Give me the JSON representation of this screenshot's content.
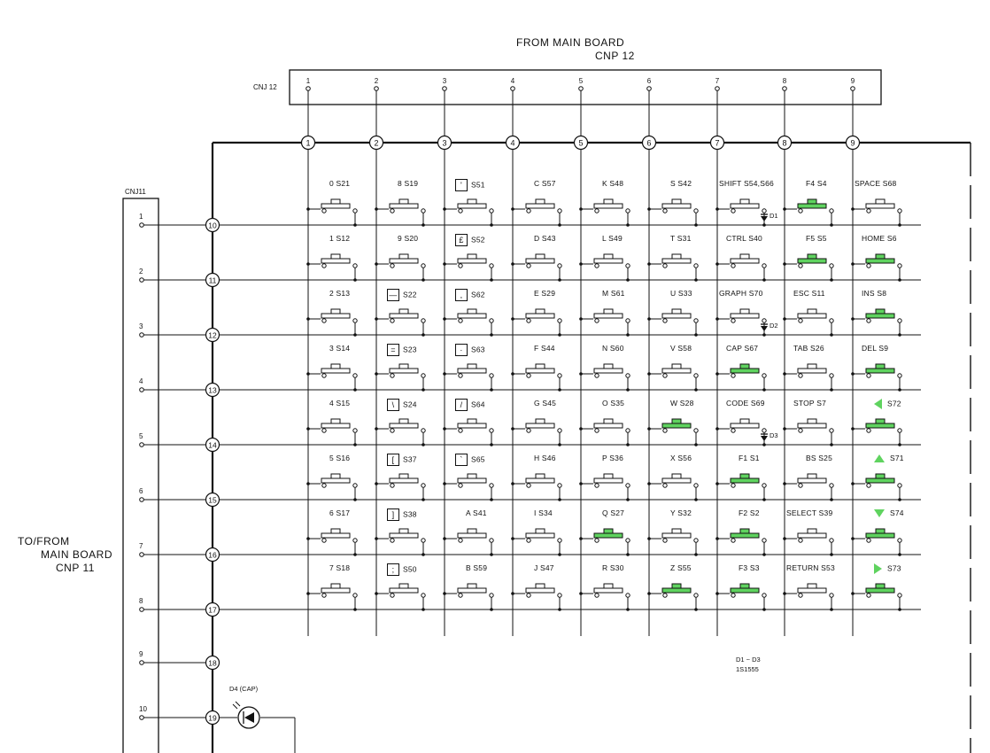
{
  "header": {
    "from_main_board": "FROM MAIN BOARD",
    "cnp12": "CNP 12",
    "cnj12": "CNJ 12",
    "cnj11": "CNJ11",
    "to_from_1": "TO/FROM",
    "to_from_2": "MAIN BOARD",
    "to_from_3": "CNP 11"
  },
  "columns": [
    "1",
    "2",
    "3",
    "4",
    "5",
    "6",
    "7",
    "8",
    "9"
  ],
  "row_nodes": [
    "10",
    "11",
    "12",
    "13",
    "14",
    "15",
    "16",
    "17",
    "18",
    "19"
  ],
  "cnj11_pins": [
    "1",
    "2",
    "3",
    "4",
    "5",
    "6",
    "7",
    "8",
    "9",
    "10"
  ],
  "keys": [
    [
      {
        "label": "0",
        "ref": "S21",
        "highlight": false
      },
      {
        "label": "8",
        "ref": "S19",
        "highlight": false
      },
      {
        "label": "",
        "ref": "S51",
        "symbol": "'",
        "highlight": false
      },
      {
        "label": "C",
        "ref": "S57",
        "highlight": false
      },
      {
        "label": "K",
        "ref": "S48",
        "highlight": false
      },
      {
        "label": "S",
        "ref": "S42",
        "highlight": false
      },
      {
        "label": "SHIFT",
        "ref": "S54,S66",
        "highlight": false
      },
      {
        "label": "F4",
        "ref": "S4",
        "highlight": true
      },
      {
        "label": "SPACE",
        "ref": "S68",
        "highlight": false
      }
    ],
    [
      {
        "label": "1",
        "ref": "S12",
        "highlight": false
      },
      {
        "label": "9",
        "ref": "S20",
        "highlight": false
      },
      {
        "label": "",
        "ref": "S52",
        "symbol": "£",
        "highlight": false
      },
      {
        "label": "D",
        "ref": "S43",
        "highlight": false
      },
      {
        "label": "L",
        "ref": "S49",
        "highlight": false
      },
      {
        "label": "T",
        "ref": "S31",
        "highlight": false
      },
      {
        "label": "CTRL",
        "ref": "S40",
        "highlight": false
      },
      {
        "label": "F5",
        "ref": "S5",
        "highlight": true
      },
      {
        "label": "HOME",
        "ref": "S6",
        "highlight": true
      }
    ],
    [
      {
        "label": "2",
        "ref": "S13",
        "highlight": false
      },
      {
        "label": "",
        "ref": "S22",
        "symbol": "—",
        "highlight": false
      },
      {
        "label": "",
        "ref": "S62",
        "symbol": ",",
        "highlight": false
      },
      {
        "label": "E",
        "ref": "S29",
        "highlight": false
      },
      {
        "label": "M",
        "ref": "S61",
        "highlight": false
      },
      {
        "label": "U",
        "ref": "S33",
        "highlight": false
      },
      {
        "label": "GRAPH",
        "ref": "S70",
        "highlight": false
      },
      {
        "label": "ESC",
        "ref": "S11",
        "highlight": false
      },
      {
        "label": "INS",
        "ref": "S8",
        "highlight": true
      }
    ],
    [
      {
        "label": "3",
        "ref": "S14",
        "highlight": false
      },
      {
        "label": "",
        "ref": "S23",
        "symbol": "=",
        "highlight": false
      },
      {
        "label": "",
        "ref": "S63",
        "symbol": "·",
        "highlight": false
      },
      {
        "label": "F",
        "ref": "S44",
        "highlight": false
      },
      {
        "label": "N",
        "ref": "S60",
        "highlight": false
      },
      {
        "label": "V",
        "ref": "S58",
        "highlight": false
      },
      {
        "label": "CAP",
        "ref": "S67",
        "highlight": true
      },
      {
        "label": "TAB",
        "ref": "S26",
        "highlight": false
      },
      {
        "label": "DEL",
        "ref": "S9",
        "highlight": true
      }
    ],
    [
      {
        "label": "4",
        "ref": "S15",
        "highlight": false
      },
      {
        "label": "",
        "ref": "S24",
        "symbol": "\\",
        "highlight": false
      },
      {
        "label": "",
        "ref": "S64",
        "symbol": "/",
        "highlight": false
      },
      {
        "label": "G",
        "ref": "S45",
        "highlight": false
      },
      {
        "label": "O",
        "ref": "S35",
        "highlight": false
      },
      {
        "label": "W",
        "ref": "S28",
        "highlight": true
      },
      {
        "label": "CODE",
        "ref": "S69",
        "highlight": false
      },
      {
        "label": "STOP",
        "ref": "S7",
        "highlight": false
      },
      {
        "label": "",
        "ref": "S72",
        "symbol": "left",
        "highlight": true
      }
    ],
    [
      {
        "label": "5",
        "ref": "S16",
        "highlight": false
      },
      {
        "label": "",
        "ref": "S37",
        "symbol": "[",
        "highlight": false
      },
      {
        "label": "",
        "ref": "S65",
        "symbol": "`",
        "highlight": false
      },
      {
        "label": "H",
        "ref": "S46",
        "highlight": false
      },
      {
        "label": "P",
        "ref": "S36",
        "highlight": false
      },
      {
        "label": "X",
        "ref": "S56",
        "highlight": false
      },
      {
        "label": "F1",
        "ref": "S1",
        "highlight": true
      },
      {
        "label": "BS",
        "ref": "S25",
        "highlight": false
      },
      {
        "label": "",
        "ref": "S71",
        "symbol": "up",
        "highlight": true
      }
    ],
    [
      {
        "label": "6",
        "ref": "S17",
        "highlight": false
      },
      {
        "label": "",
        "ref": "S38",
        "symbol": "]",
        "highlight": false
      },
      {
        "label": "A",
        "ref": "S41",
        "highlight": false
      },
      {
        "label": "I",
        "ref": "S34",
        "highlight": false
      },
      {
        "label": "Q",
        "ref": "S27",
        "highlight": true
      },
      {
        "label": "Y",
        "ref": "S32",
        "highlight": false
      },
      {
        "label": "F2",
        "ref": "S2",
        "highlight": true
      },
      {
        "label": "SELECT",
        "ref": "S39",
        "highlight": false
      },
      {
        "label": "",
        "ref": "S74",
        "symbol": "down",
        "highlight": true
      }
    ],
    [
      {
        "label": "7",
        "ref": "S18",
        "highlight": false
      },
      {
        "label": "",
        "ref": "S50",
        "symbol": ";",
        "highlight": false
      },
      {
        "label": "B",
        "ref": "S59",
        "highlight": false
      },
      {
        "label": "J",
        "ref": "S47",
        "highlight": false
      },
      {
        "label": "R",
        "ref": "S30",
        "highlight": false
      },
      {
        "label": "Z",
        "ref": "S55",
        "highlight": true
      },
      {
        "label": "F3",
        "ref": "S3",
        "highlight": true
      },
      {
        "label": "RETURN",
        "ref": "S53",
        "highlight": false
      },
      {
        "label": "",
        "ref": "S73",
        "symbol": "right",
        "highlight": true
      }
    ]
  ],
  "diodes": {
    "d1": "D1",
    "d2": "D2",
    "d3": "D3",
    "note_range": "D1 ~ D3",
    "note_part": "1S1555",
    "d4": "D4 (CAP)"
  },
  "colors": {
    "line": "#111111",
    "key_highlight": "#5fd35f"
  }
}
